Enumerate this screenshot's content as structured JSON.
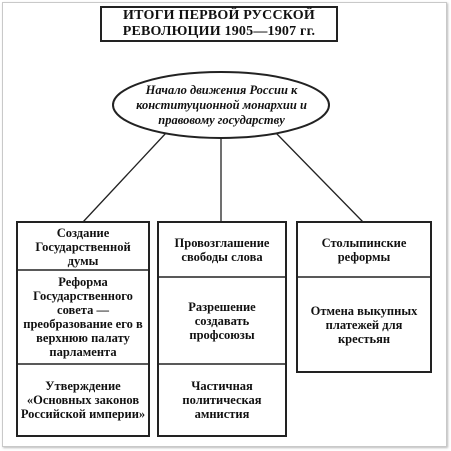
{
  "title": "ИТОГИ ПЕРВОЙ РУССКОЙ РЕВОЛЮЦИИ 1905—1907 гг.",
  "center": "Начало движения России к конституционной монархии и правовому государству",
  "columns": [
    {
      "items": [
        "Создание Государственной думы",
        "Реформа Государственного совета — преобразование его в верхнюю палату парламента",
        "Утверждение «Основных законов Российской империи»"
      ]
    },
    {
      "items": [
        "Провозглашение свободы слова",
        "Разрешение создавать профсоюзы",
        "Частичная политическая амнистия"
      ]
    },
    {
      "items": [
        "Столыпинские реформы",
        "Отмена выкупных платежей для крестьян"
      ]
    }
  ]
}
